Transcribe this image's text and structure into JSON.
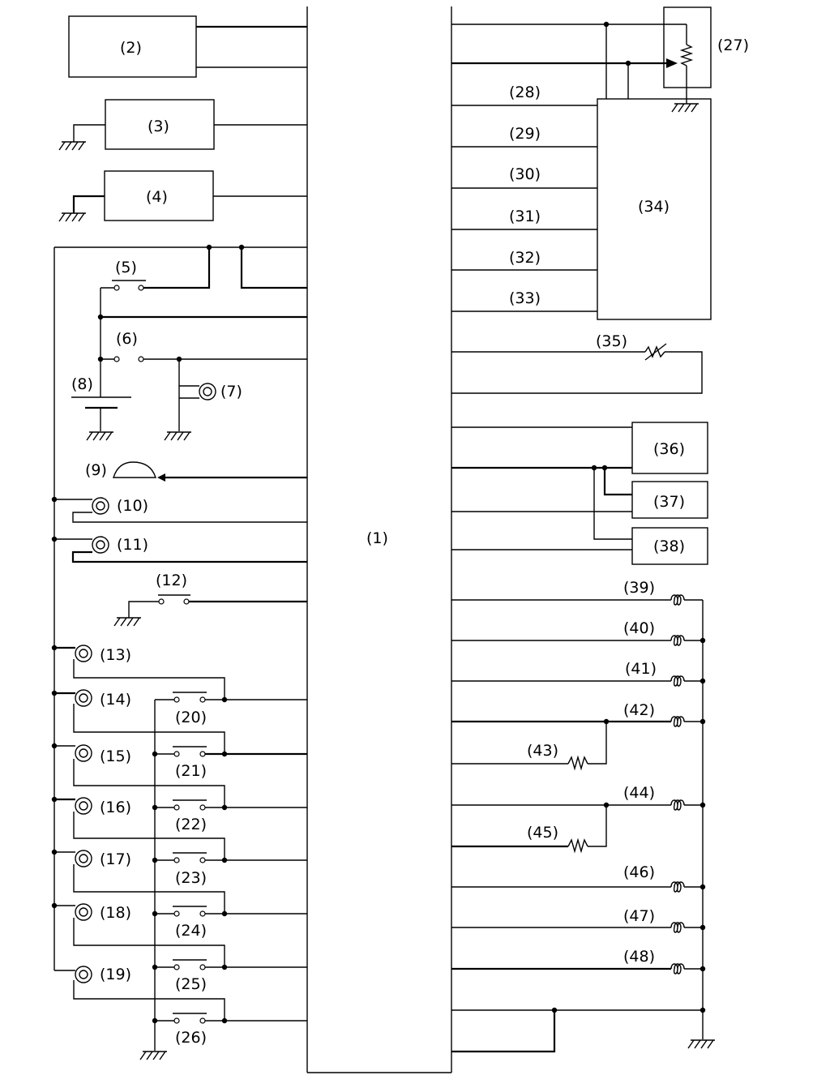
{
  "diagram": {
    "ecu_label": "(1)",
    "labels": {
      "c2": "(2)",
      "c3": "(3)",
      "c4": "(4)",
      "c5": "(5)",
      "c6": "(6)",
      "c7": "(7)",
      "c8": "(8)",
      "c9": "(9)",
      "c10": "(10)",
      "c11": "(11)",
      "c12": "(12)",
      "c13": "(13)",
      "c14": "(14)",
      "c15": "(15)",
      "c16": "(16)",
      "c17": "(17)",
      "c18": "(18)",
      "c19": "(19)",
      "c20": "(20)",
      "c21": "(21)",
      "c22": "(22)",
      "c23": "(23)",
      "c24": "(24)",
      "c25": "(25)",
      "c26": "(26)",
      "c27": "(27)",
      "c28": "(28)",
      "c29": "(29)",
      "c30": "(30)",
      "c31": "(31)",
      "c32": "(32)",
      "c33": "(33)",
      "c34": "(34)",
      "c35": "(35)",
      "c36": "(36)",
      "c37": "(37)",
      "c38": "(38)",
      "c39": "(39)",
      "c40": "(40)",
      "c41": "(41)",
      "c42": "(42)",
      "c43": "(43)",
      "c44": "(44)",
      "c45": "(45)",
      "c46": "(46)",
      "c47": "(47)",
      "c48": "(48)"
    }
  }
}
